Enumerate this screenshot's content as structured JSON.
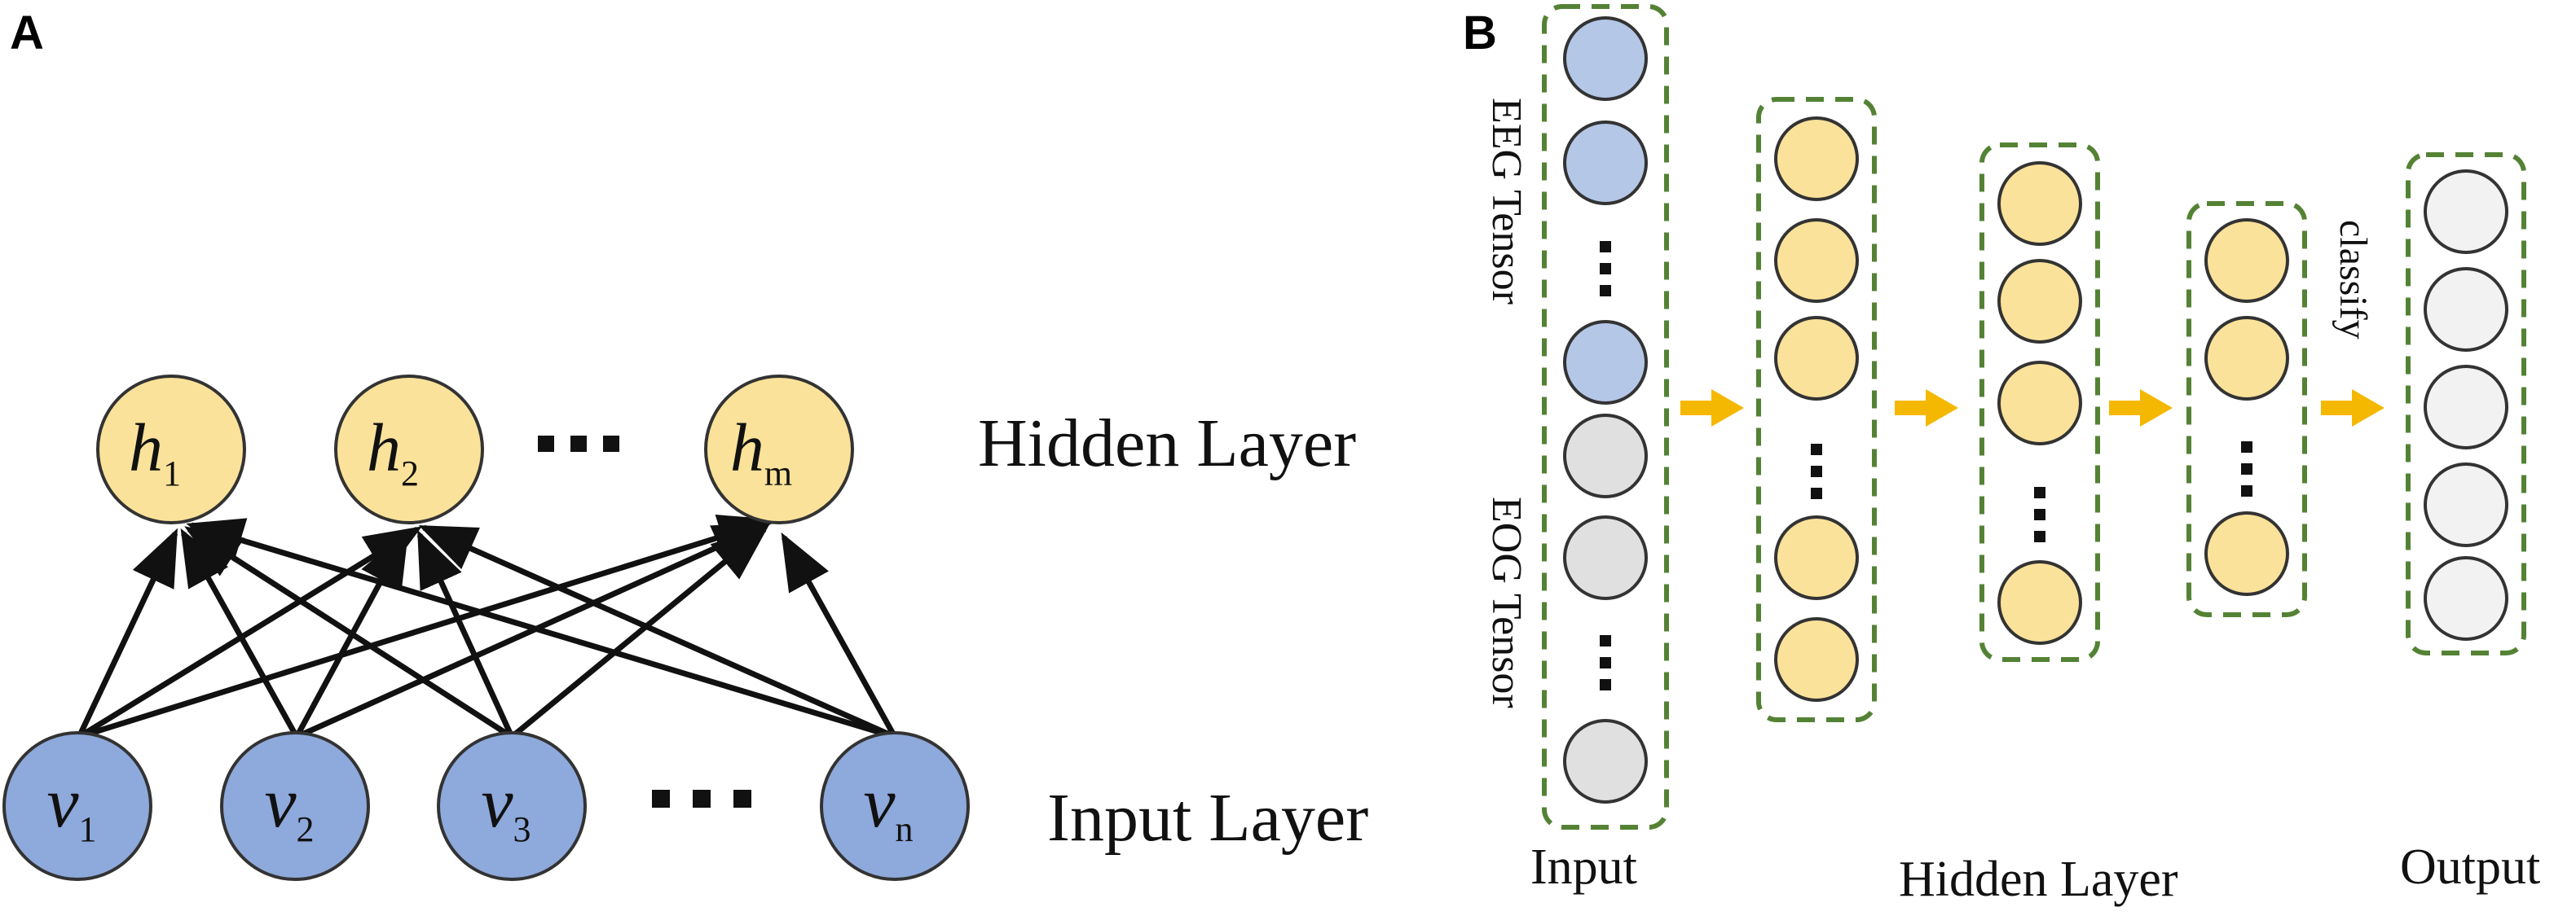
{
  "panel_a": {
    "label": "A",
    "hidden_layer_label": "Hidden Layer",
    "input_layer_label": "Input Layer",
    "hidden_nodes": [
      {
        "base": "h",
        "sub": "1"
      },
      {
        "base": "h",
        "sub": "2"
      },
      {
        "base": "h",
        "sub": "m"
      }
    ],
    "input_nodes": [
      {
        "base": "v",
        "sub": "1"
      },
      {
        "base": "v",
        "sub": "2"
      },
      {
        "base": "v",
        "sub": "3"
      },
      {
        "base": "v",
        "sub": "n"
      }
    ],
    "colors": {
      "hidden": "#FBE29A",
      "input": "#8EA9DB",
      "stroke": "#333333"
    }
  },
  "panel_b": {
    "label": "B",
    "input_label": "Input",
    "hidden_label": "Hidden Layer",
    "output_label": "Output",
    "eeg_label": "EEG Tensor",
    "eog_label": "EOG Tensor",
    "classify_label": "classify",
    "colors": {
      "eeg": "#B4C7E7",
      "eog": "#E0E0E0",
      "hidden": "#FBE29A",
      "output": "#F2F2F2",
      "box": "#548235",
      "arrow": "#F5B800"
    }
  }
}
